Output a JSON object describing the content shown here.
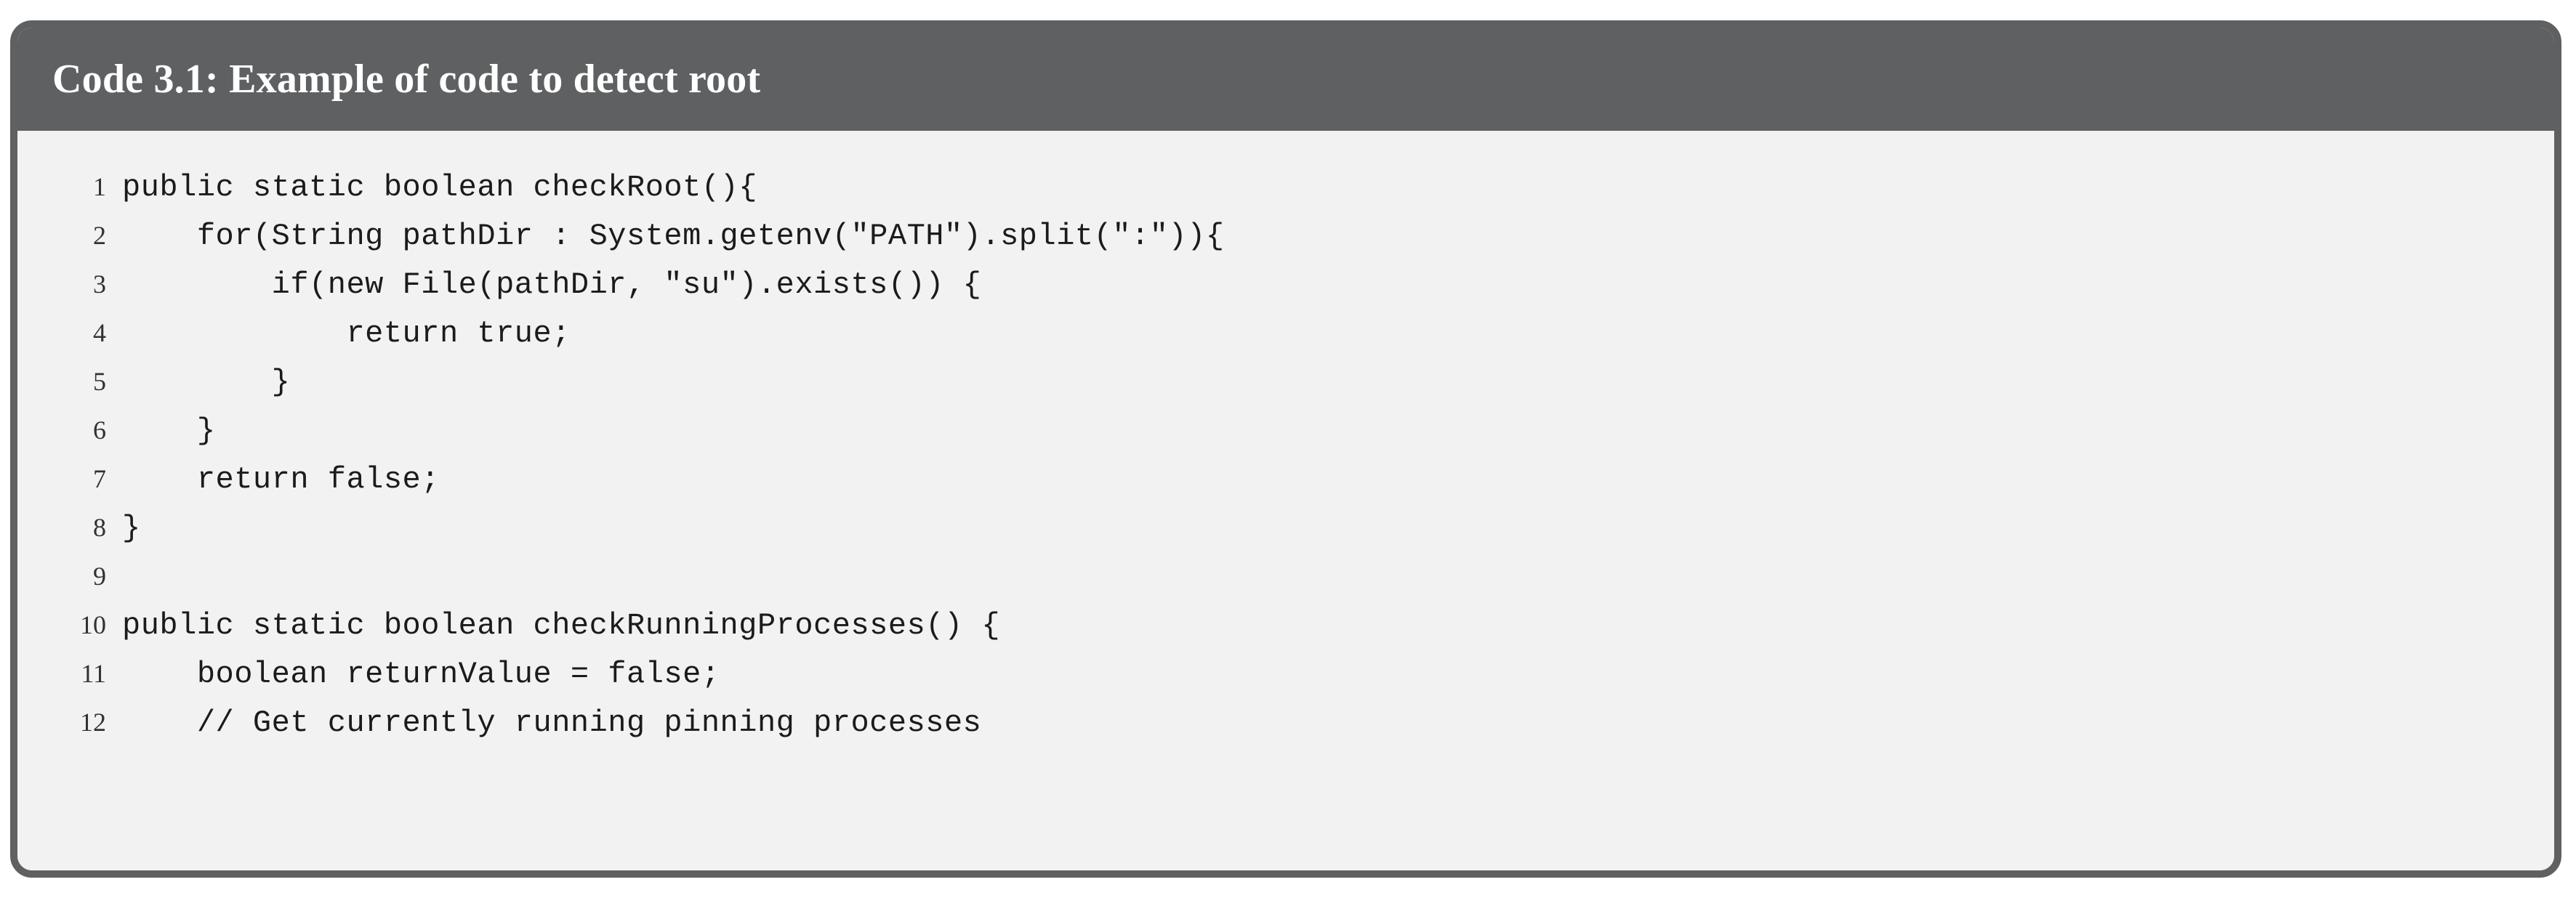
{
  "listing": {
    "caption": "Code 3.1: Example of code to detect root",
    "language": "java",
    "colors": {
      "header_background": "#5f6062",
      "body_background": "#f2f2f2",
      "border": "#5f6062",
      "caption_text": "#ffffff",
      "code_text": "#1b1b1b",
      "line_number_text": "#33322f"
    },
    "lines": [
      {
        "number": "1",
        "code": "public static boolean checkRoot(){"
      },
      {
        "number": "2",
        "code": "    for(String pathDir : System.getenv(\"PATH\").split(\":\")){"
      },
      {
        "number": "3",
        "code": "        if(new File(pathDir, \"su\").exists()) {"
      },
      {
        "number": "4",
        "code": "            return true;"
      },
      {
        "number": "5",
        "code": "        }"
      },
      {
        "number": "6",
        "code": "    }"
      },
      {
        "number": "7",
        "code": "    return false;"
      },
      {
        "number": "8",
        "code": "}"
      },
      {
        "number": "9",
        "code": ""
      },
      {
        "number": "10",
        "code": "public static boolean checkRunningProcesses() {"
      },
      {
        "number": "11",
        "code": "    boolean returnValue = false;"
      },
      {
        "number": "12",
        "code": "    // Get currently running pinning processes"
      }
    ]
  }
}
